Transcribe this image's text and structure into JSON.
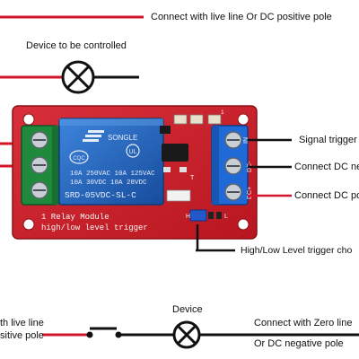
{
  "top": {
    "live_label": "Connect with live line Or DC positive pole",
    "device_label": "Device to be controlled"
  },
  "right_labels": {
    "signal": "Signal trigger",
    "dc_neg": "Connect DC ne",
    "dc_pos": "Connect DC po",
    "jumper": "High/Low Level trigger cho"
  },
  "board": {
    "brand": "SONGLE",
    "cqc": "CQC",
    "ul": "UL",
    "spec_line1": "10A 250VAC 10A 125VAC",
    "spec_line2": "10A  30VDC 10A  28VDC",
    "model": "SRD-05VDC-SL-C",
    "module_title": "1 Relay  Module",
    "module_sub": "high/low level trigger",
    "pin_in": "IN",
    "pin_dcm": "DC-",
    "pin_dcp": "DC+",
    "jumper_h": "H",
    "jumper_l": "L",
    "fuse_t": "T",
    "one": "1"
  },
  "bottom": {
    "live_line1": "th live line",
    "live_line2": "sitive pole",
    "device": "Device",
    "zero_line1": "Connect with Zero line",
    "zero_line2": "Or DC negative pole"
  },
  "colors": {
    "wire_red": "#d4142a",
    "wire_black": "#111111",
    "pcb_red": "#c8202c",
    "relay_blue": "#1e5fb8",
    "terminal_green": "#1f8a3c",
    "terminal_blue": "#1f6ad6"
  }
}
